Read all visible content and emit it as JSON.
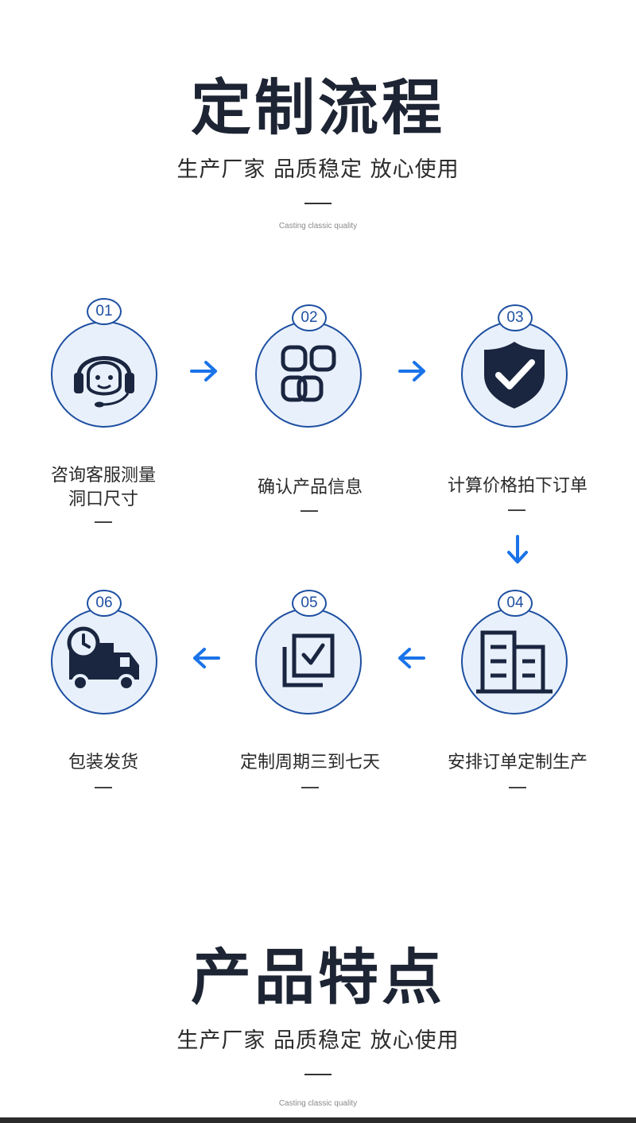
{
  "process": {
    "title": "定制流程",
    "subtitle": "生产厂家 品质稳定 放心使用",
    "english": "Casting classic quality",
    "steps": [
      {
        "number": "01",
        "label": "咨询客服测量\n洞口尺寸",
        "icon": "headset-icon"
      },
      {
        "number": "02",
        "label": "确认产品信息",
        "icon": "product-grid-icon"
      },
      {
        "number": "03",
        "label": "计算价格拍下订单",
        "icon": "shield-check-icon"
      },
      {
        "number": "04",
        "label": "安排订单定制生产",
        "icon": "factory-building-icon"
      },
      {
        "number": "05",
        "label": "定制周期三到七天",
        "icon": "checklist-icon"
      },
      {
        "number": "06",
        "label": "包装发货",
        "icon": "delivery-truck-icon"
      }
    ]
  },
  "features": {
    "title": "产品特点",
    "subtitle": "生产厂家 品质稳定 放心使用",
    "english": "Casting classic quality"
  },
  "colors": {
    "accent": "#1d4fa1",
    "arrow": "#1a73e8",
    "circle_fill": "#e8f0fb",
    "title": "#1d2433"
  }
}
